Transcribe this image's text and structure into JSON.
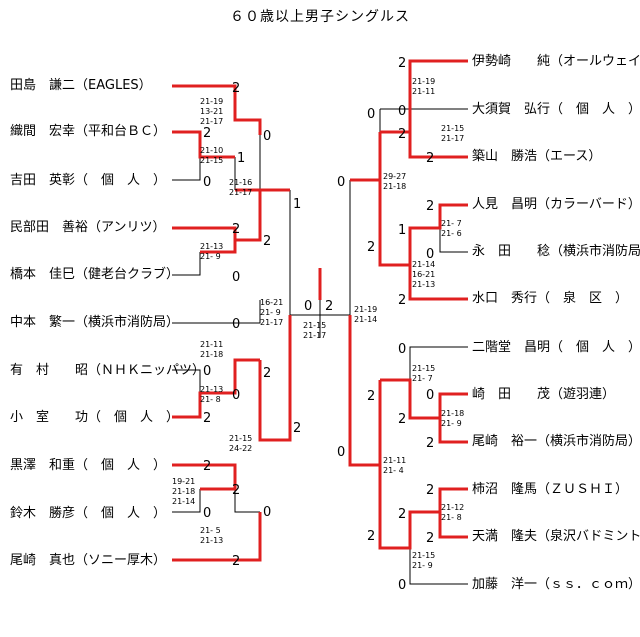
{
  "title": "６０歳以上男子シングルス",
  "left_players": [
    "田島　謙二（EAGLES）",
    "織間　宏幸（平和台ＢＣ）",
    "吉田　英彰（　個　人　）",
    "民部田　善裕（アンリツ）",
    "橋本　佳巳（健老台クラブ）",
    "中本　繁一（横浜市消防局）",
    "有　村　　昭（ＮＨＫニッパツ）",
    "小　室　　功（　個　人　）",
    "黒澤　和重（　個　人　）",
    "鈴木　勝彦（　個　人　）",
    "尾崎　真也（ソニー厚木）"
  ],
  "right_players": [
    "伊勢崎　　純（オールウェイズ）",
    "大須賀　弘行（　個　人　）",
    "築山　勝浩（エース）",
    "人見　昌明（カラーバード）",
    "永　田　　稔（横浜市消防局）",
    "水口　秀行（　泉　区　）",
    "二階堂　昌明（　個　人　）",
    "崎　田　　茂（遊羽連）",
    "尾崎　裕一（横浜市消防局）",
    "柿沼　隆馬（ＺＵＳＨＩ）",
    "天満　隆夫（泉沢バドミントン）",
    "加藤　洋一（ｓｓ．ｃｏｍ）"
  ],
  "scores": {
    "l_a": [
      "21-10",
      "21-15"
    ],
    "l_b": [
      "21-19",
      "13-21",
      "21-17"
    ],
    "l_c": [
      "21-16",
      "21-17"
    ],
    "l_d": [
      "21-13",
      "21- 9"
    ],
    "l_e": [
      "16-21",
      "21- 9",
      "21-17"
    ],
    "l_f": [
      "21-13",
      "21- 8"
    ],
    "l_g": [
      "21-11",
      "21-18"
    ],
    "l_h": [
      "21-15",
      "24-22"
    ],
    "l_i": [
      "19-21",
      "21-18",
      "21-14"
    ],
    "l_j": [
      "21- 5",
      "21-13"
    ],
    "final": [
      "21-15",
      "21-17"
    ],
    "r_semi": [
      "21-19",
      "21-14"
    ],
    "r_a": [
      "21-19",
      "21-11"
    ],
    "r_b": [
      "21-15",
      "21-17"
    ],
    "r_c": [
      "29-27",
      "21-18"
    ],
    "r_d": [
      "21- 7",
      "21- 6"
    ],
    "r_e": [
      "21-14",
      "16-21",
      "21-13"
    ],
    "r_f": [
      "21-15",
      "21- 7"
    ],
    "r_g": [
      "21-18",
      "21- 9"
    ],
    "r_h": [
      "21-11",
      "21- 4"
    ],
    "r_i": [
      "21-12",
      "21- 8"
    ],
    "r_j": [
      "21-15",
      "21- 9"
    ]
  },
  "marks": {
    "m1": "2",
    "m2": "2",
    "m3": "0",
    "m4": "1",
    "m5": "0",
    "m6": "1",
    "m7": "2",
    "m8": "0",
    "m9": "2",
    "m10": "0",
    "m11": "0",
    "m12": "2",
    "m13": "0",
    "m14": "2",
    "m15": "2",
    "m16": "2",
    "m17": "2",
    "m18": "0",
    "m19": "0",
    "m20": "2",
    "m21": "0",
    "m22": "2",
    "m23": "2",
    "m24": "0",
    "m25": "0",
    "m26": "2",
    "m27": "2",
    "m28": "2",
    "m29": "1",
    "m30": "0",
    "m31": "2",
    "m32": "2",
    "m33": "0",
    "m34": "0",
    "m35": "2",
    "m36": "0",
    "m37": "2",
    "m38": "2",
    "m39": "0",
    "m40": "2",
    "m41": "2",
    "m42": "2",
    "m43": "0",
    "m44": "2",
    "m45": "0"
  },
  "colors": {
    "win_line": "#e02020",
    "line": "#000000"
  }
}
